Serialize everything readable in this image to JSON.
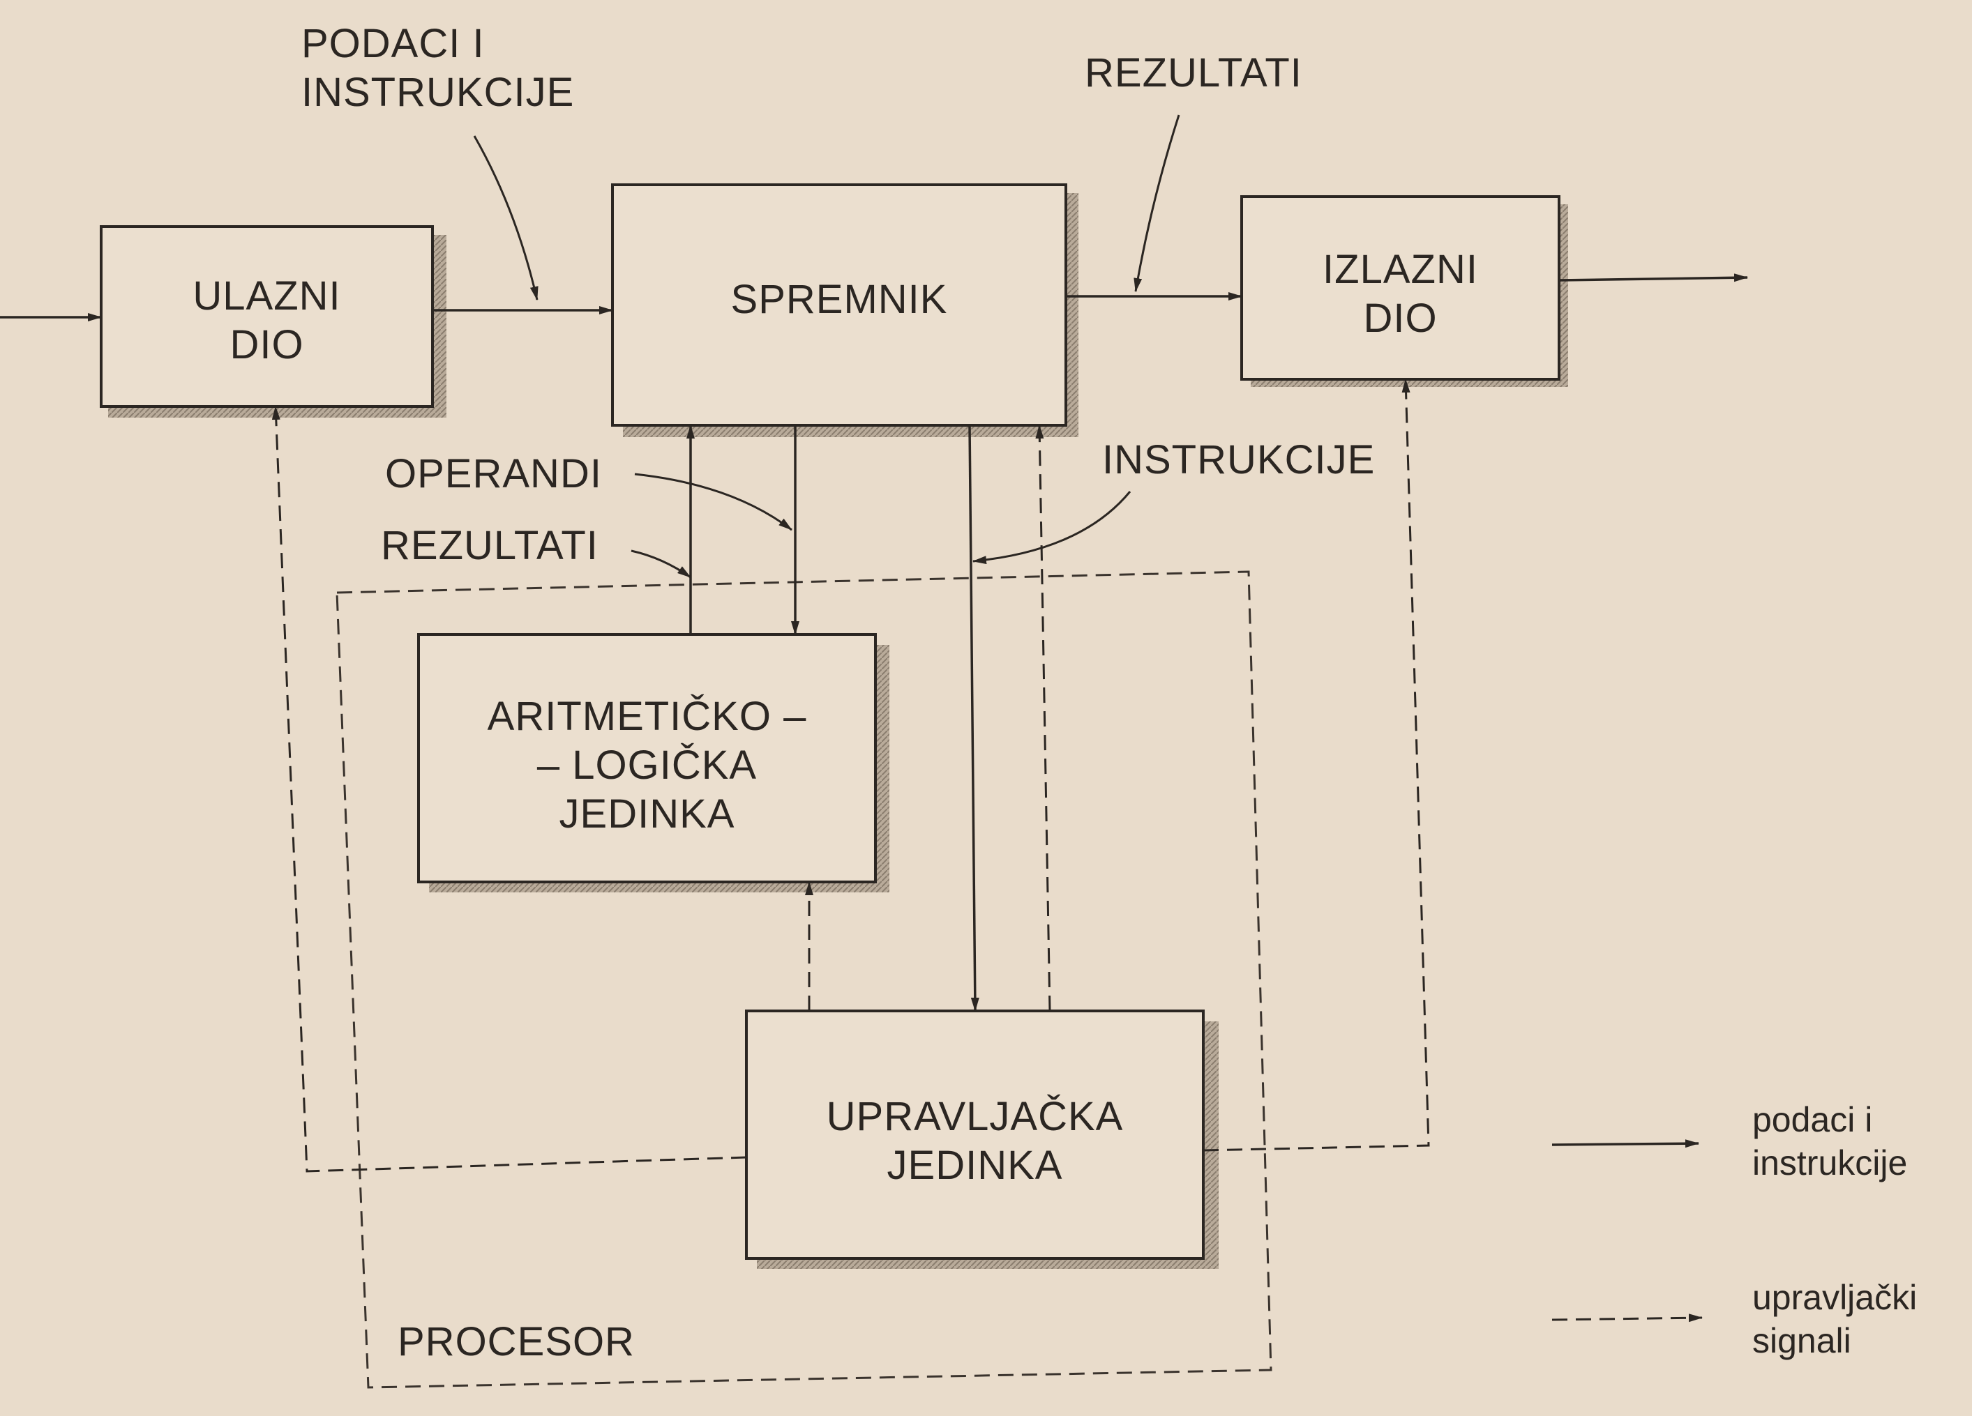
{
  "blocks": {
    "input_unit": [
      "ULAZNI",
      "DIO"
    ],
    "memory": "SPREMNIK",
    "output_unit": [
      "IZLAZNI",
      "DIO"
    ],
    "alu": [
      "ARITMETIČKO –",
      "– LOGIČKA",
      "JEDINKA"
    ],
    "control_unit": [
      "UPRAVLJAČKA",
      "JEDINKA"
    ]
  },
  "group_label": "PROCESOR",
  "annotations": {
    "data_in": [
      "PODACI I",
      "INSTRUKCIJE"
    ],
    "results_out": "REZULTATI",
    "operands": "OPERANDI",
    "results_in": "REZULTATI",
    "instructions": "INSTRUKCIJE"
  },
  "legend": {
    "solid": [
      "podaci i",
      "instrukcije"
    ],
    "dashed": [
      "upravljački",
      "signali"
    ]
  },
  "colors": {
    "background": "#e9dccb",
    "ink": "#2b2622",
    "box_fill": "#ebdfcf"
  }
}
